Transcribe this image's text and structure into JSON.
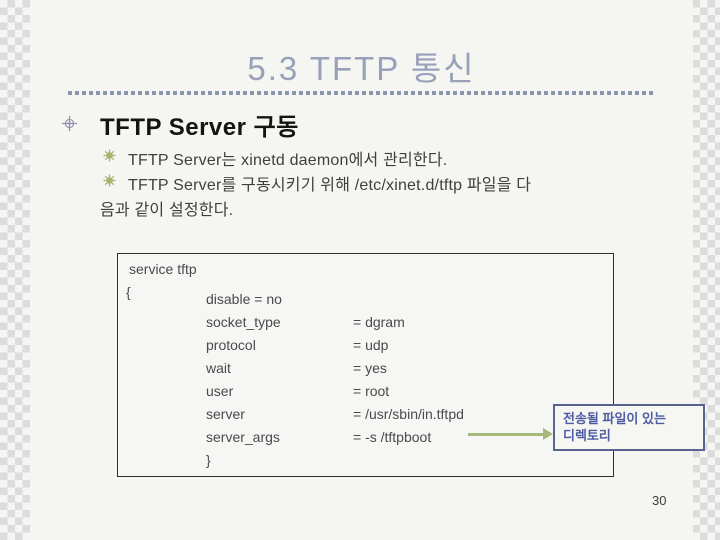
{
  "title": "5.3 TFTP 통신",
  "page_number": "30",
  "heading": "TFTP Server 구동",
  "bullets": {
    "item1": "TFTP Server는 xinetd daemon에서 관리한다.",
    "item2_line1": "TFTP Server를 구동시키기 위해 /etc/xinet.d/tftp 파일을 다",
    "item2_line2": "음과 같이 설정한다."
  },
  "code_box": {
    "header": "service tftp",
    "open_brace": "{",
    "close_brace": "}",
    "entries": [
      {
        "key": "disable = no",
        "value": ""
      },
      {
        "key": "socket_type",
        "value": "= dgram"
      },
      {
        "key": "protocol",
        "value": "= udp"
      },
      {
        "key": "wait",
        "value": "= yes"
      },
      {
        "key": "user",
        "value": "= root"
      },
      {
        "key": "server",
        "value": "= /usr/sbin/in.tftpd"
      },
      {
        "key": "server_args",
        "value": "= -s /tftpboot"
      }
    ]
  },
  "callout": {
    "line1": "전송될 파일이 있는",
    "line2": "디렉토리"
  },
  "icons": {
    "heading_bullet": "crosshair-icon",
    "list_bullet": "sunburst-icon",
    "callout_pointer": "arrow-right-icon"
  },
  "colors": {
    "title_text": "#99a1ba",
    "divider_dots": "#8c95af",
    "bullet_olive": "#a3b569",
    "arrow_olive": "#a5b97c",
    "callout_border": "#596390",
    "callout_text": "#4d5ca3",
    "code_border": "#2e2e2e",
    "code_text": "#4a4a4a",
    "slide_background": "#f5f5f2"
  }
}
